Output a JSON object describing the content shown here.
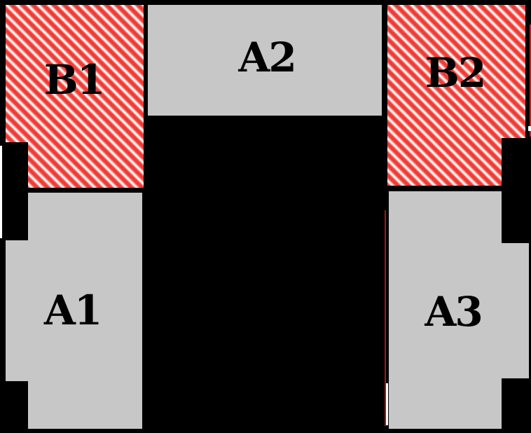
{
  "figure": {
    "type": "floor-plan-diagram",
    "background_color": "#000000"
  },
  "colors": {
    "room_fill_gray": "#c8c7c8",
    "hatch_red": "#ee3c35",
    "hatch_white": "#ffffff",
    "label_text": "#000000",
    "artifact_red": "#a01812",
    "artifact_white": "#ffffff"
  },
  "rooms": {
    "b1": {
      "label": "B1",
      "fill": "red-hatched"
    },
    "a2": {
      "label": "A2",
      "fill": "gray"
    },
    "b2": {
      "label": "B2",
      "fill": "red-hatched"
    },
    "a1": {
      "label": "A1",
      "fill": "gray"
    },
    "a3": {
      "label": "A3",
      "fill": "gray"
    }
  }
}
